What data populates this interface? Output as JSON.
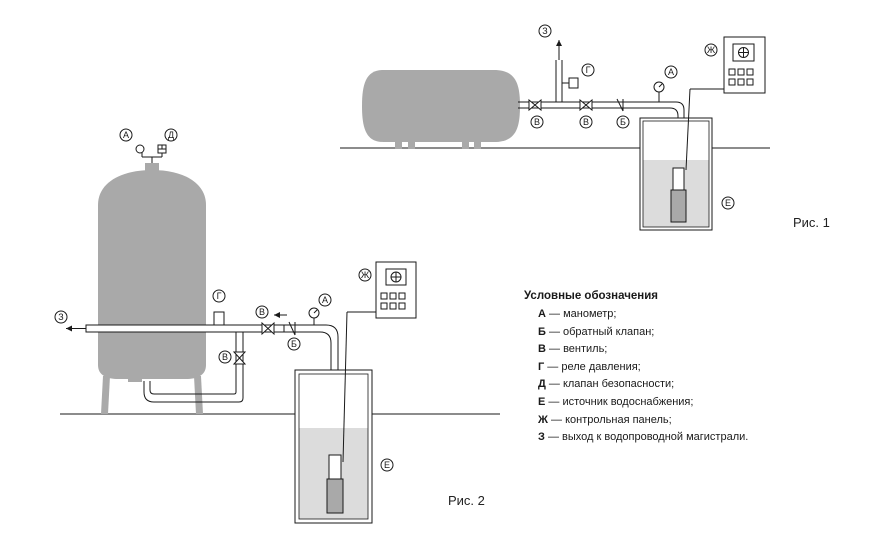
{
  "figures": {
    "fig1_caption": "Рис. 1",
    "fig2_caption": "Рис. 2"
  },
  "markers": {
    "A": "А",
    "B": "Б",
    "V": "В",
    "G": "Г",
    "D": "Д",
    "E": "Е",
    "Zh": "Ж",
    "Z": "З"
  },
  "legend": {
    "title": "Условные обозначения",
    "items": [
      {
        "key": "А",
        "text": " — манометр;"
      },
      {
        "key": "Б",
        "text": " — обратный клапан;"
      },
      {
        "key": "В",
        "text": " — вентиль;"
      },
      {
        "key": "Г",
        "text": " — реле давления;"
      },
      {
        "key": "Д",
        "text": " — клапан безопасности;"
      },
      {
        "key": "Е",
        "text": " — источник водоснабжения;"
      },
      {
        "key": "Ж",
        "text": " — контрольная панель;"
      },
      {
        "key": "З",
        "text": " — выход к водопроводной магистрали."
      }
    ]
  },
  "colors": {
    "tank": "#a9a9a9",
    "water": "#dcdcdc",
    "line": "#1a1a1a"
  }
}
